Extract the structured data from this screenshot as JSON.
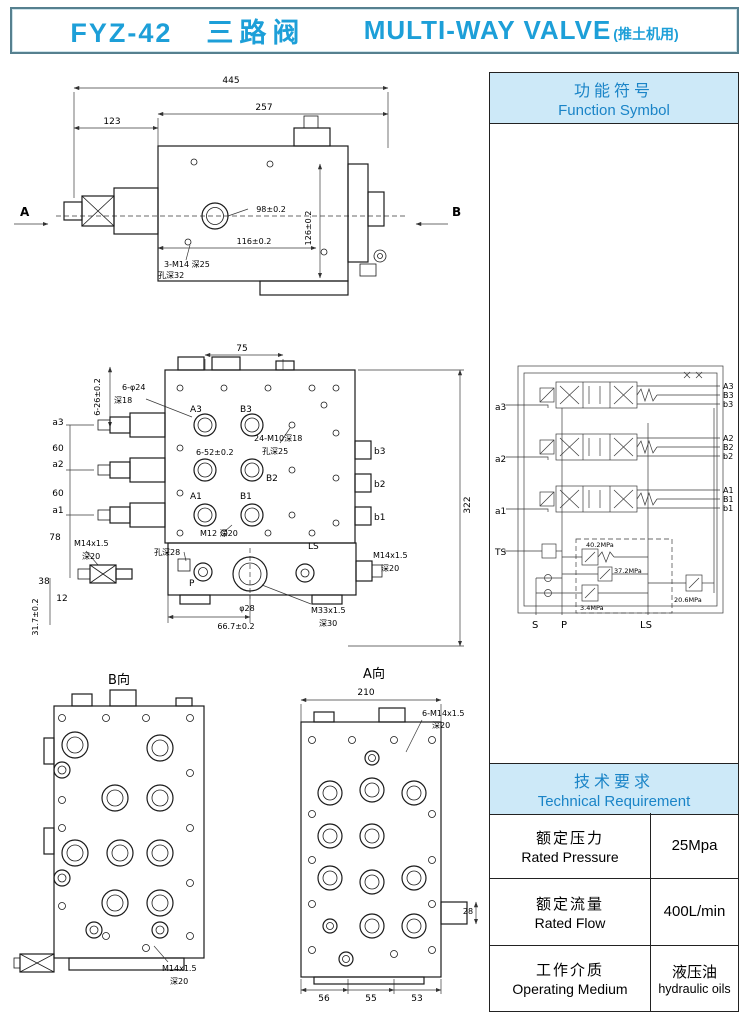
{
  "header": {
    "model": "FYZ-42",
    "name_cn": "三路阀",
    "name_en": "MULTI-WAY VALVE",
    "note": "(推土机用)"
  },
  "panel": {
    "function_symbol_cn": "功能符号",
    "function_symbol_en": "Function Symbol",
    "technical_cn": "技术要求",
    "technical_en": "Technical Requirement",
    "rows": [
      {
        "cn": "额定压力",
        "en": "Rated Pressure",
        "v1": "25Mpa",
        "v2": ""
      },
      {
        "cn": "额定流量",
        "en": "Rated Flow",
        "v1": "400L/min",
        "v2": ""
      },
      {
        "cn": "工作介质",
        "en": "Operating Medium",
        "v1": "液压油",
        "v2": "hydraulic oils"
      }
    ]
  },
  "top_view": {
    "dim_445": "445",
    "dim_257": "257",
    "dim_123": "123",
    "dim_98": "98±0.2",
    "dim_116": "116±0.2",
    "dim_126": "126±0.2",
    "note_m14": "3-M14 深25",
    "note_hole": "孔深32",
    "dir_a": "A",
    "dir_b": "B"
  },
  "front_view": {
    "dim_75": "75",
    "dim_6_26": "6-26±0.2",
    "note_6d24": "6-φ24",
    "note_6d24_d": "深18",
    "note_6_52": "6-52±0.2",
    "note_24m10": "24-M10深18",
    "note_24m10_d": "孔深25",
    "dim_322": "322",
    "dim_60a": "60",
    "dim_60b": "60",
    "dim_78": "78",
    "dim_38": "38",
    "dim_12": "12",
    "dim_31_7": "31.7±0.2",
    "dim_66_7": "66.7±0.2",
    "dim_d28": "φ28",
    "note_m33": "M33x1.5",
    "note_m33_d": "深30",
    "note_m12": "M12 深20",
    "note_hole28": "孔深28",
    "note_m14l": "M14x1.5",
    "note_m14l_d": "深20",
    "note_m14r": "M14x1.5",
    "note_m14r_d": "深20",
    "port_a3": "a3",
    "port_a2": "a2",
    "port_a1": "a1",
    "port_A3": "A3",
    "port_B3": "B3",
    "port_B2": "B2",
    "port_A1": "A1",
    "port_B1": "B1",
    "port_b3": "b3",
    "port_b2": "b2",
    "port_b1": "b1",
    "port_LS": "LS",
    "port_P": "P"
  },
  "b_view": {
    "title": "B向",
    "note_m14": "M14x1.5",
    "note_m14_d": "深20"
  },
  "a_view": {
    "title": "A向",
    "dim_210": "210",
    "note_m14": "6-M14x1.5",
    "note_m14_d": "深20",
    "dim_28": "28",
    "dim_56": "56",
    "dim_55": "55",
    "dim_53": "53"
  },
  "circuit": {
    "a3": "a3",
    "a2": "a2",
    "a1": "a1",
    "ts": "TS",
    "A3": "A3",
    "B3": "B3",
    "b3": "b3",
    "A2": "A2",
    "B2": "B2",
    "b2": "b2",
    "A1": "A1",
    "B1": "B1",
    "b1": "b1",
    "s": "S",
    "p": "P",
    "ls": "LS",
    "p1": "40.2MPa",
    "p2": "37.2MPa",
    "p3": "3.4MPa",
    "p4": "20.6MPa"
  }
}
